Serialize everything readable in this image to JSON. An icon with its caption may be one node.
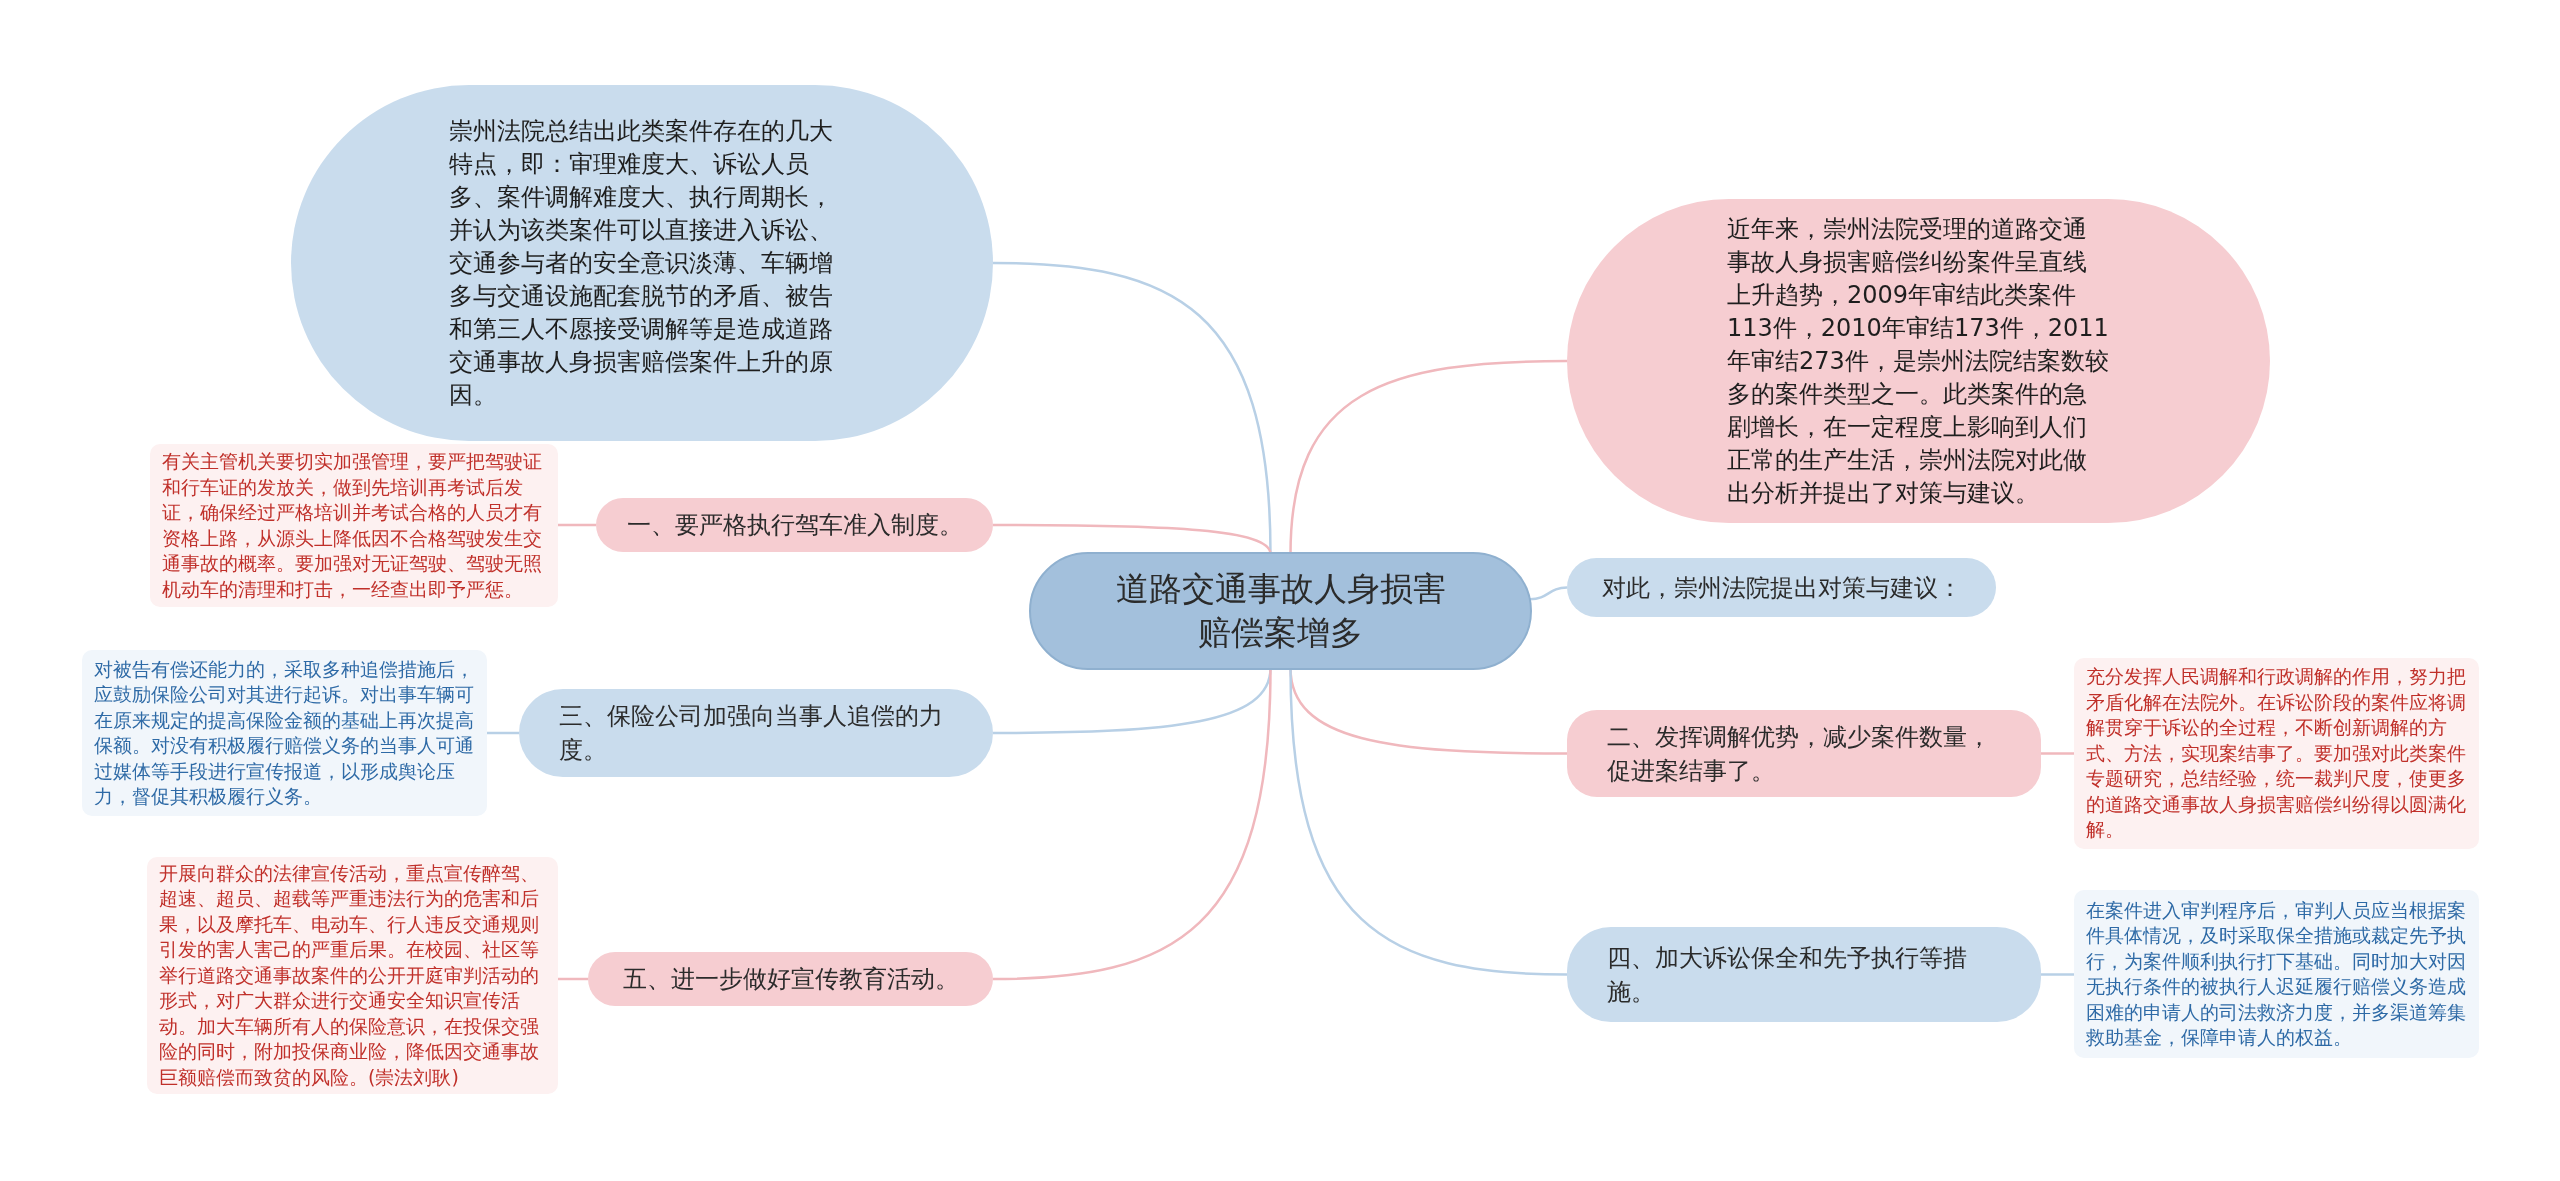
{
  "diagram": {
    "nodes": [
      {
        "text": [
          "道路交通事故人身损害赔偿案增多"
        ]
      },
      {
        "text": [
          "崇州法院总结出此类案件存在的几大特点，即：审理难度大、诉讼人员多、案件调解难度大、执行周期长，并认为该类案件可以直接进入诉讼、交通参与者的安全意识淡薄、车辆增多与交通设施配套脱节的矛盾、被告和第三人不愿接受调解等是造成道路交通事故人身损害赔偿案件上升的原因。"
        ]
      },
      {
        "text": [
          "近年来，崇州法院受理的道路交通事故人身损害赔偿纠纷案件呈直线上升趋势，2009年审结此类案件113件，2010年审结173件，2011年审结273件，是崇州法院结案数较多的案件类型之一。此类案件的急剧增长，在一定程度上影响到人们正常的生产生活，崇州法院对此做出分析并提出了对策与建议。"
        ]
      },
      {
        "text": [
          "一、要严格执行驾车准入制度。"
        ]
      },
      {
        "text": [
          "有关主管机关要切实加强管理，要严把驾驶证和行车证的发放关，做到先培训再考试后发证，确保经过严格培训并考试合格的人员才有资格上路，从源头上降低因不合格驾驶发生交通事故的概率。要加强对无证驾驶、驾驶无照机动车的清理和打击，一经查出即予严惩。"
        ]
      },
      {
        "text": [
          "对此，崇州法院提出对策与建议："
        ]
      },
      {
        "text": [
          "三、保险公司加强向当事人追偿的力度。"
        ]
      },
      {
        "text": [
          "对被告有偿还能力的，采取多种追偿措施后，应鼓励保险公司对其进行起诉。对出事车辆可在原来规定的提高保险金额的基础上再次提高保额。对没有积极履行赔偿义务的当事人可通过媒体等手段进行宣传报道，以形成舆论压力，督促其积极履行义务。"
        ]
      },
      {
        "text": [
          "二、发挥调解优势，减少案件数量，促进案结事了。"
        ]
      },
      {
        "text": [
          "充分发挥人民调解和行政调解的作用，努力把矛盾化解在法院外。在诉讼阶段的案件应将调解贯穿于诉讼的全过程，不断创新调解的方式、方法，实现案结事了。要加强对此类案件专题研究，总结经验，统一裁判尺度，使更多的道路交通事故人身损害赔偿纠纷得以圆满化解。"
        ]
      },
      {
        "text": [
          "五、进一步做好宣传教育活动。"
        ]
      },
      {
        "text": [
          "开展向群众的法律宣传活动，重点宣传醉驾、超速、超员、超载等严重违法行为的危害和后果，以及摩托车、电动车、行人违反交通规则引发的害人害己的严重后果。在校园、社区等举行道路交通事故案件的公开开庭审判活动的形式，对广大群众进行交通安全知识宣传活动。加大车辆所有人的保险意识，在投保交强险的同时，附加投保商业险，降低因交通事故巨额赔偿而致贫的风险。(崇法刘耿)"
        ]
      },
      {
        "text": [
          "四、加大诉讼保全和先予执行等措施。"
        ]
      },
      {
        "text": [
          "在案件进入审判程序后，审判人员应当根据案件具体情况，及时采取保全措施或裁定先予执行，为案件顺利执行打下基础。同时加大对因无执行条件的被执行人迟延履行赔偿义务造成困难的申请人的司法救济力度，并多渠道筹集救助基金，保障申请人的权益。"
        ]
      }
    ],
    "edges": [
      {
        "from": 0,
        "to": 1,
        "arrow": "none",
        "color": "#b8d0e6"
      },
      {
        "from": 0,
        "to": 2,
        "arrow": "none"
      },
      {
        "from": 0,
        "to": 3,
        "arrow": "none"
      },
      {
        "from": 3,
        "to": 4,
        "arrow": "none"
      },
      {
        "from": 0,
        "to": 5,
        "arrow": "none",
        "color": "#b8d0e6"
      },
      {
        "from": 0,
        "to": 6,
        "arrow": "none",
        "color": "#b8d0e6"
      },
      {
        "from": 6,
        "to": 7,
        "arrow": "none",
        "color": "#b8d0e6"
      },
      {
        "from": 0,
        "to": 8,
        "arrow": "none"
      },
      {
        "from": 8,
        "to": 9,
        "arrow": "none"
      },
      {
        "from": 0,
        "to": 10,
        "arrow": "none"
      },
      {
        "from": 10,
        "to": 11,
        "arrow": "none"
      },
      {
        "from": 0,
        "to": 12,
        "arrow": "none",
        "color": "#b8d0e6"
      },
      {
        "from": 12,
        "to": 13,
        "arrow": "none",
        "color": "#b8d0e6"
      }
    ]
  }
}
